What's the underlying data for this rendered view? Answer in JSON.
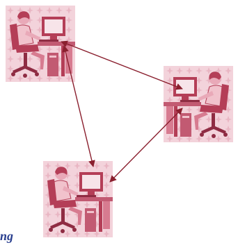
{
  "diagram": {
    "nodes": [
      {
        "id": "workstation-1",
        "icon": "person-at-computer-icon",
        "facing": "right"
      },
      {
        "id": "workstation-2",
        "icon": "person-at-computer-icon",
        "facing": "left"
      },
      {
        "id": "workstation-3",
        "icon": "person-at-computer-icon",
        "facing": "right"
      }
    ],
    "links": [
      {
        "from": "workstation-1",
        "to": "workstation-2",
        "direction": "both"
      },
      {
        "from": "workstation-1",
        "to": "workstation-3",
        "direction": "both"
      },
      {
        "from": "workstation-2",
        "to": "workstation-3",
        "direction": "both"
      }
    ],
    "colors": {
      "tile_bg": "#f3d3db",
      "tile_pattern": "#e9b6c3",
      "figure": "#b43e57",
      "figure_light": "#d77b90",
      "arrow": "#8a1f2e"
    }
  },
  "caption": {
    "text": "ng",
    "color": "#2a3f8f"
  }
}
